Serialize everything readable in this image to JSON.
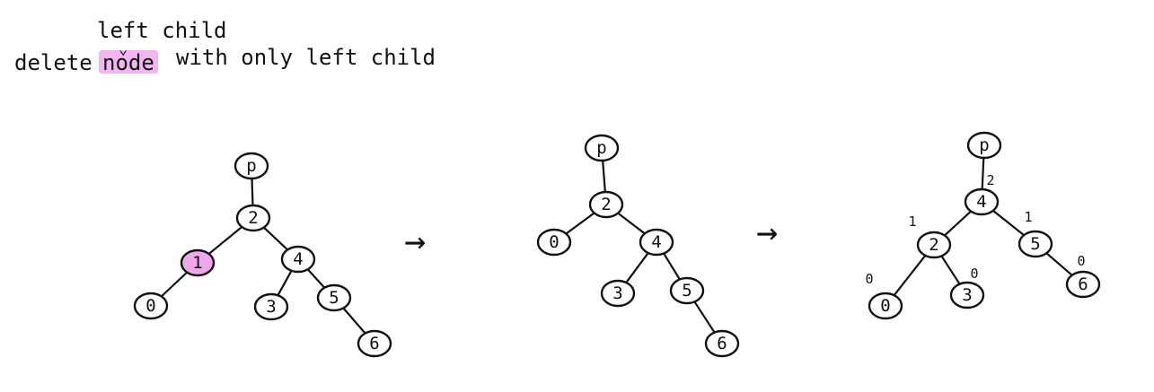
{
  "title": {
    "before": "delete",
    "highlight": "node",
    "after": "with only left child",
    "insert": "left child",
    "highlight_color": "#f0a8ec"
  },
  "arrows": [
    "→",
    "→"
  ],
  "trees": [
    {
      "name": "before",
      "nodes": [
        {
          "id": "p",
          "label": "p"
        },
        {
          "id": "n2",
          "label": "2"
        },
        {
          "id": "n1",
          "label": "1",
          "highlight": true
        },
        {
          "id": "n0",
          "label": "0"
        },
        {
          "id": "n4",
          "label": "4"
        },
        {
          "id": "n3",
          "label": "3"
        },
        {
          "id": "n5",
          "label": "5"
        },
        {
          "id": "n6",
          "label": "6"
        }
      ],
      "edges": [
        [
          "p",
          "n2"
        ],
        [
          "n2",
          "n1"
        ],
        [
          "n1",
          "n0"
        ],
        [
          "n2",
          "n4"
        ],
        [
          "n4",
          "n3"
        ],
        [
          "n4",
          "n5"
        ],
        [
          "n5",
          "n6"
        ]
      ]
    },
    {
      "name": "after-delete",
      "nodes": [
        {
          "id": "p",
          "label": "p"
        },
        {
          "id": "n2",
          "label": "2"
        },
        {
          "id": "n0",
          "label": "0"
        },
        {
          "id": "n4",
          "label": "4"
        },
        {
          "id": "n3",
          "label": "3"
        },
        {
          "id": "n5",
          "label": "5"
        },
        {
          "id": "n6",
          "label": "6"
        }
      ],
      "edges": [
        [
          "p",
          "n2"
        ],
        [
          "n2",
          "n0"
        ],
        [
          "n2",
          "n4"
        ],
        [
          "n4",
          "n3"
        ],
        [
          "n4",
          "n5"
        ],
        [
          "n5",
          "n6"
        ]
      ]
    },
    {
      "name": "after-rebalance",
      "nodes": [
        {
          "id": "p",
          "label": "p"
        },
        {
          "id": "n4",
          "label": "4",
          "height": "2"
        },
        {
          "id": "n2",
          "label": "2",
          "height": "1"
        },
        {
          "id": "n5",
          "label": "5",
          "height": "1"
        },
        {
          "id": "n0",
          "label": "0",
          "height": "0"
        },
        {
          "id": "n3",
          "label": "3",
          "height": "0"
        },
        {
          "id": "n6",
          "label": "6",
          "height": "0"
        }
      ],
      "edges": [
        [
          "p",
          "n4"
        ],
        [
          "n4",
          "n2"
        ],
        [
          "n4",
          "n5"
        ],
        [
          "n2",
          "n0"
        ],
        [
          "n2",
          "n3"
        ],
        [
          "n5",
          "n6"
        ]
      ]
    }
  ]
}
